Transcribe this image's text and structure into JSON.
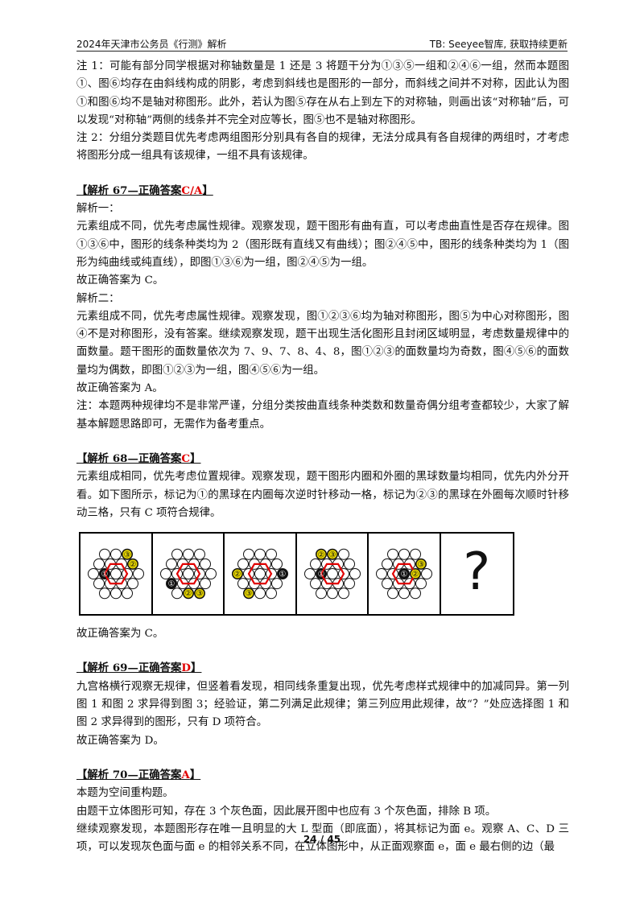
{
  "header": {
    "left": "2024年天津市公务员《行测》解析",
    "right": "TB: Seeyee智库, 获取持续更新"
  },
  "notes": [
    "注 1：可能有部分同学根据对称轴数量是 1 还是 3 将题干分为①③⑤一组和②④⑥一组，然而本题图①、图⑥均存在由斜线构成的阴影，考虑到斜线也是图形的一部分，而斜线之间并不对称，因此认为图①和图⑥均不是轴对称图形。此外，若认为图⑤存在从右上到左下的对称轴，则画出该“对称轴”后，可以发现“对称轴”两侧的线条并不完全对应等长，图⑤也不是轴对称图形。",
    "注 2：分组分类题目优先考虑两组图形分别具有各自的规律，无法分成具有各自规律的两组时，才考虑将图形分成一组具有该规律，一组不具有该规律。"
  ],
  "s67": {
    "title": "【解析 67—正确答案",
    "answer": "C/A",
    "close": "】",
    "p1": "解析一：",
    "p2": "元素组成不同，优先考虑属性规律。观察发现，题干图形有曲有直，可以考虑曲直性是否存在规律。图①③⑥中，图形的线条种类均为 2（图形既有直线又有曲线）；图②④⑤中，图形的线条种类均为 1（图形为纯曲线或纯直线），即图①③⑥为一组，图②④⑤为一组。",
    "p3": "故正确答案为 C。",
    "p4": "解析二：",
    "p5": "元素组成不同，优先考虑属性规律。观察发现，图①②③⑥均为轴对称图形，图⑤为中心对称图形，图④不是对称图形，没有答案。继续观察发现，题干出现生活化图形且封闭区域明显，考虑数量规律中的面数量。题干图形的面数量依次为 7、9、7、8、4、8，图①②③的面数量均为奇数，图④⑤⑥的面数量均为偶数，即图①②③为一组，图④⑤⑥为一组。",
    "p6": "故正确答案为 A。",
    "p7": "注：本题两种规律均不是非常严谨，分组分类按曲直线条种类数和数量奇偶分组考查都较少，大家了解基本解题思路即可，无需作为备考重点。"
  },
  "s68": {
    "title": "【解析 68—正确答案",
    "answer": "C",
    "close": "】",
    "p1": "元素组成相同，优先考虑位置规律。观察发现，题干图形内圈和外圈的黑球数量均相同，优先内外分开看。如下图所示，标记为①的黑球在内圈每次逆时针移动一格，标记为②③的黑球在外圈每次顺时针移动三格，只有 C 项符合规律。",
    "figure_labels": [
      "①",
      "②",
      "③"
    ],
    "question_mark": "?",
    "p2": "故正确答案为 C。"
  },
  "s69": {
    "title": "【解析 69—正确答案",
    "answer": "D",
    "close": "】",
    "p1": "九宫格横行观察无规律，但竖着看发现，相同线条重复出现，优先考虑样式规律中的加减同异。第一列图 1 和图 2 求异得到图 3；经验证，第二列满足此规律；第三列应用此规律，故“？”处应选择图 1 和图 2 求异得到的图形，只有 D 项符合。",
    "p2": "故正确答案为 D。"
  },
  "s70": {
    "title": "【解析 70—正确答案",
    "answer": "A",
    "close": "】",
    "p1": "本题为空间重构题。",
    "p2": "由题干立体图形可知，存在 3 个灰色面，因此展开图中也应有 3 个灰色面，排除 B 项。",
    "p3": "继续观察发现，本题图形存在唯一且明显的大 L 型面（即底面），将其标记为面 e。观察 A、C、D 三项，可以发现灰色面与面 e 的相邻关系不同，在立体图形中，从正面观察面 e，面 e 最右侧的边（最"
  },
  "footer": {
    "page": "24 / 45"
  },
  "colors": {
    "answer": "#e00000",
    "hexagon": "#e00000",
    "ball": "#e5d400"
  }
}
